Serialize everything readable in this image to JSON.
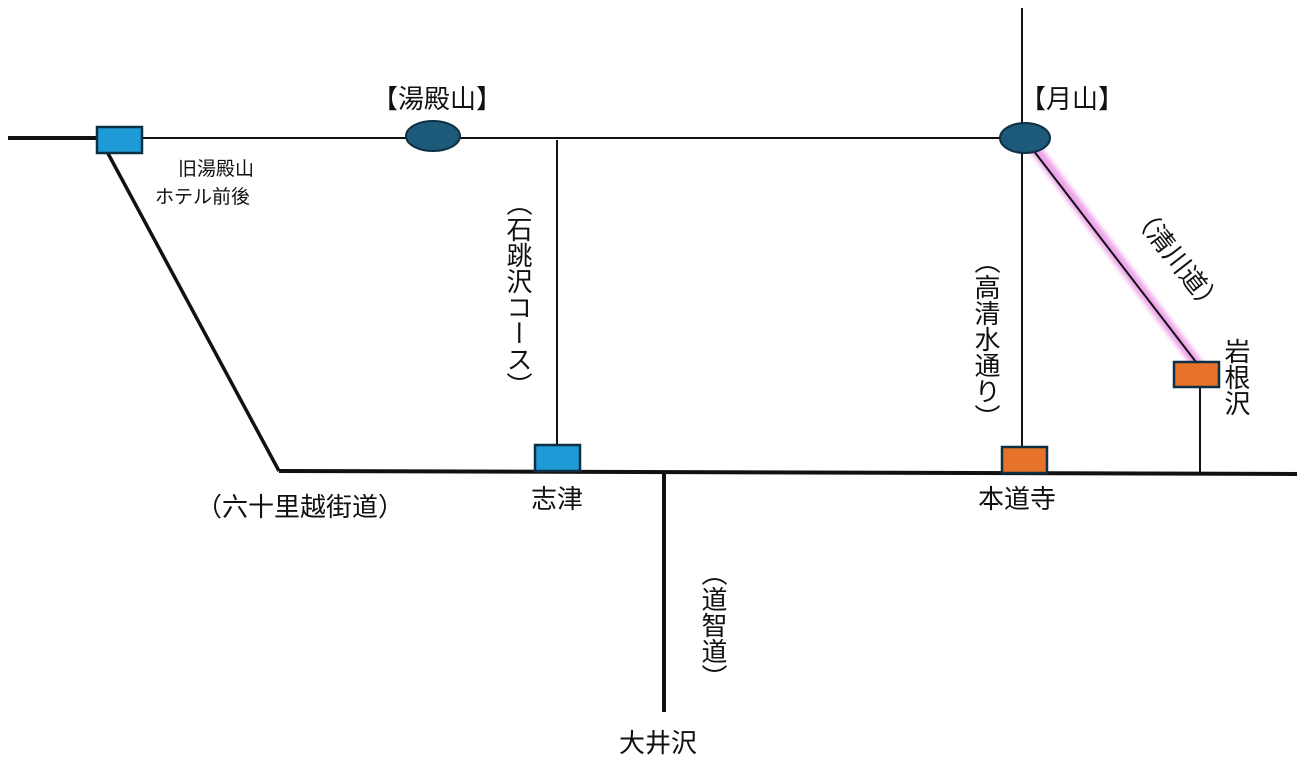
{
  "labels": {
    "yudonosan": "【湯殿山】",
    "gassan": "【月山】",
    "old_hotel_line1": "旧湯殿山",
    "old_hotel_line2": "ホテル前後",
    "ishitobisawa_course": "（石跳沢コース）",
    "takashimizu_dori": "（高清水通り）",
    "seisen_michi": "（清川道）",
    "iwanezawa": "岩根沢",
    "shizu": "志津",
    "hondoji": "本道寺",
    "rokujurigoe_kaido": "（六十里越街道）",
    "dochimichi": "（道智道）",
    "oisawa": "大井沢"
  },
  "colors": {
    "line": "#111111",
    "peak_fill": "#1d5a7a",
    "station_blue": "#1e9ad6",
    "station_orange": "#e7732a",
    "highlight_glow": "#e056d8"
  }
}
